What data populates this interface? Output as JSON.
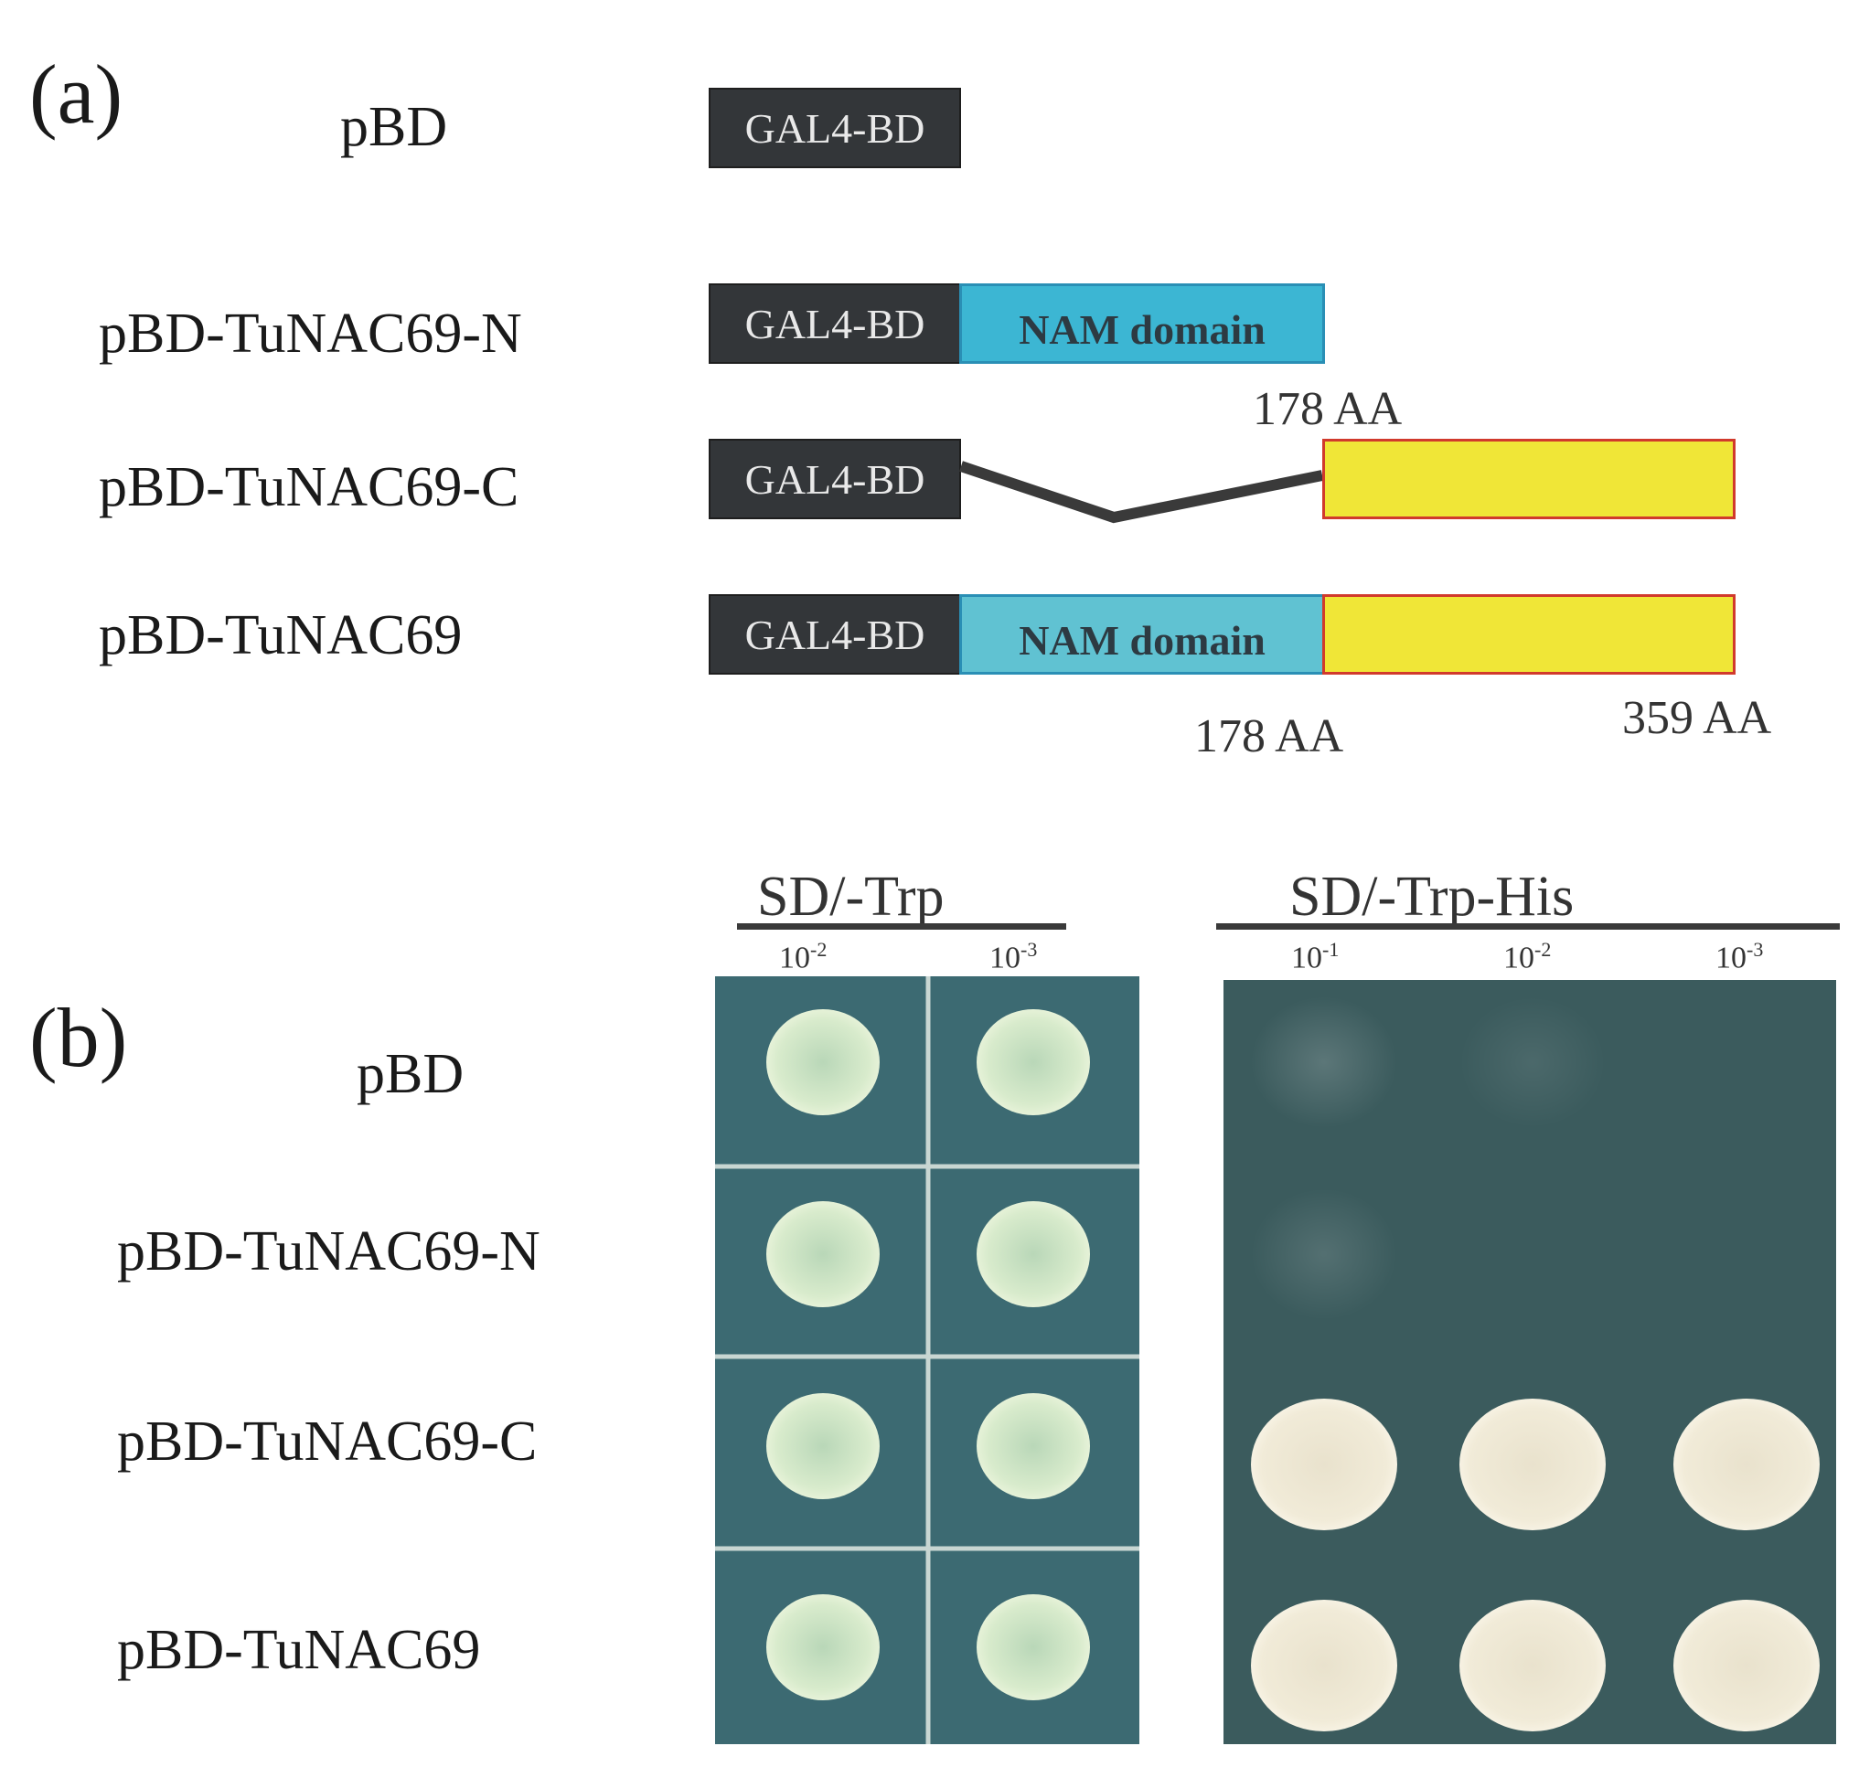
{
  "panel_a": {
    "letter": "(a)",
    "constructs": [
      {
        "label": "pBD",
        "bd": "GAL4-BD"
      },
      {
        "label": "pBD-TuNAC69-N",
        "bd": "GAL4-BD",
        "domain": "NAM domain"
      },
      {
        "label": "pBD-TuNAC69-C",
        "bd": "GAL4-BD"
      },
      {
        "label": "pBD-TuNAC69",
        "bd": "GAL4-BD",
        "domain": "NAM domain"
      }
    ],
    "aa_labels": {
      "c_start": "178 AA",
      "full_mid": "178 AA",
      "full_end": "359 AA"
    }
  },
  "panel_b": {
    "letter": "(b)",
    "rows": [
      "pBD",
      "pBD-TuNAC69-N",
      "pBD-TuNAC69-C",
      "pBD-TuNAC69"
    ],
    "conditions": [
      {
        "name": "SD/-Trp",
        "dilutions": [
          {
            "base": "10",
            "exp": "-2"
          },
          {
            "base": "10",
            "exp": "-3"
          }
        ]
      },
      {
        "name": "SD/-Trp-His",
        "dilutions": [
          {
            "base": "10",
            "exp": "-1"
          },
          {
            "base": "10",
            "exp": "-2"
          },
          {
            "base": "10",
            "exp": "-3"
          }
        ]
      }
    ],
    "growth_trp": [
      [
        1,
        1
      ],
      [
        1,
        1
      ],
      [
        1,
        1
      ],
      [
        1,
        1
      ]
    ],
    "growth_his": [
      [
        0.08,
        0.04,
        0
      ],
      [
        0.06,
        0,
        0
      ],
      [
        1,
        1,
        1
      ],
      [
        1,
        1,
        1
      ]
    ]
  },
  "colors": {
    "bd_box": "#333639",
    "nam_domain": "#3cb6d3",
    "c_terminal": "#f0e637",
    "c_terminal_border": "#d13a2c",
    "plate_trp": "#3a6670",
    "plate_his": "#3a5a5c",
    "colony_trp": "#d9edcd",
    "colony_his": "#f0ead6"
  }
}
